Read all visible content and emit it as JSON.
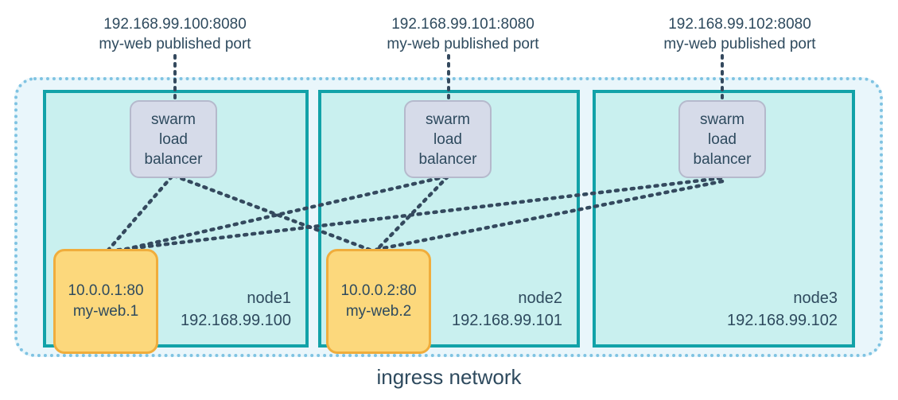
{
  "diagram": {
    "title": "ingress network",
    "colors": {
      "ingress_border": "#7fc3e2",
      "ingress_fill": "#e9f6fb",
      "node_border": "#12a2a8",
      "node_fill": "#c9f0ef",
      "loadbalancer_fill": "#d6dbe9",
      "loadbalancer_border": "#b5b9cc",
      "container_fill": "#fcd87c",
      "container_border": "#f0ad3c",
      "text": "#2e4a5e",
      "connector": "#34495e"
    }
  },
  "published_ports": [
    {
      "address": "192.168.99.100:8080",
      "description": "my-web published port"
    },
    {
      "address": "192.168.99.101:8080",
      "description": "my-web published port"
    },
    {
      "address": "192.168.99.102:8080",
      "description": "my-web published port"
    }
  ],
  "load_balancers": [
    {
      "line1": "swarm",
      "line2": "load",
      "line3": "balancer"
    },
    {
      "line1": "swarm",
      "line2": "load",
      "line3": "balancer"
    },
    {
      "line1": "swarm",
      "line2": "load",
      "line3": "balancer"
    }
  ],
  "nodes": [
    {
      "name": "node1",
      "ip": "192.168.99.100"
    },
    {
      "name": "node2",
      "ip": "192.168.99.101"
    },
    {
      "name": "node3",
      "ip": "192.168.99.102"
    }
  ],
  "containers": [
    {
      "address": "10.0.0.1:80",
      "task": "my-web.1",
      "node": "node1"
    },
    {
      "address": "10.0.0.2:80",
      "task": "my-web.2",
      "node": "node2"
    }
  ]
}
